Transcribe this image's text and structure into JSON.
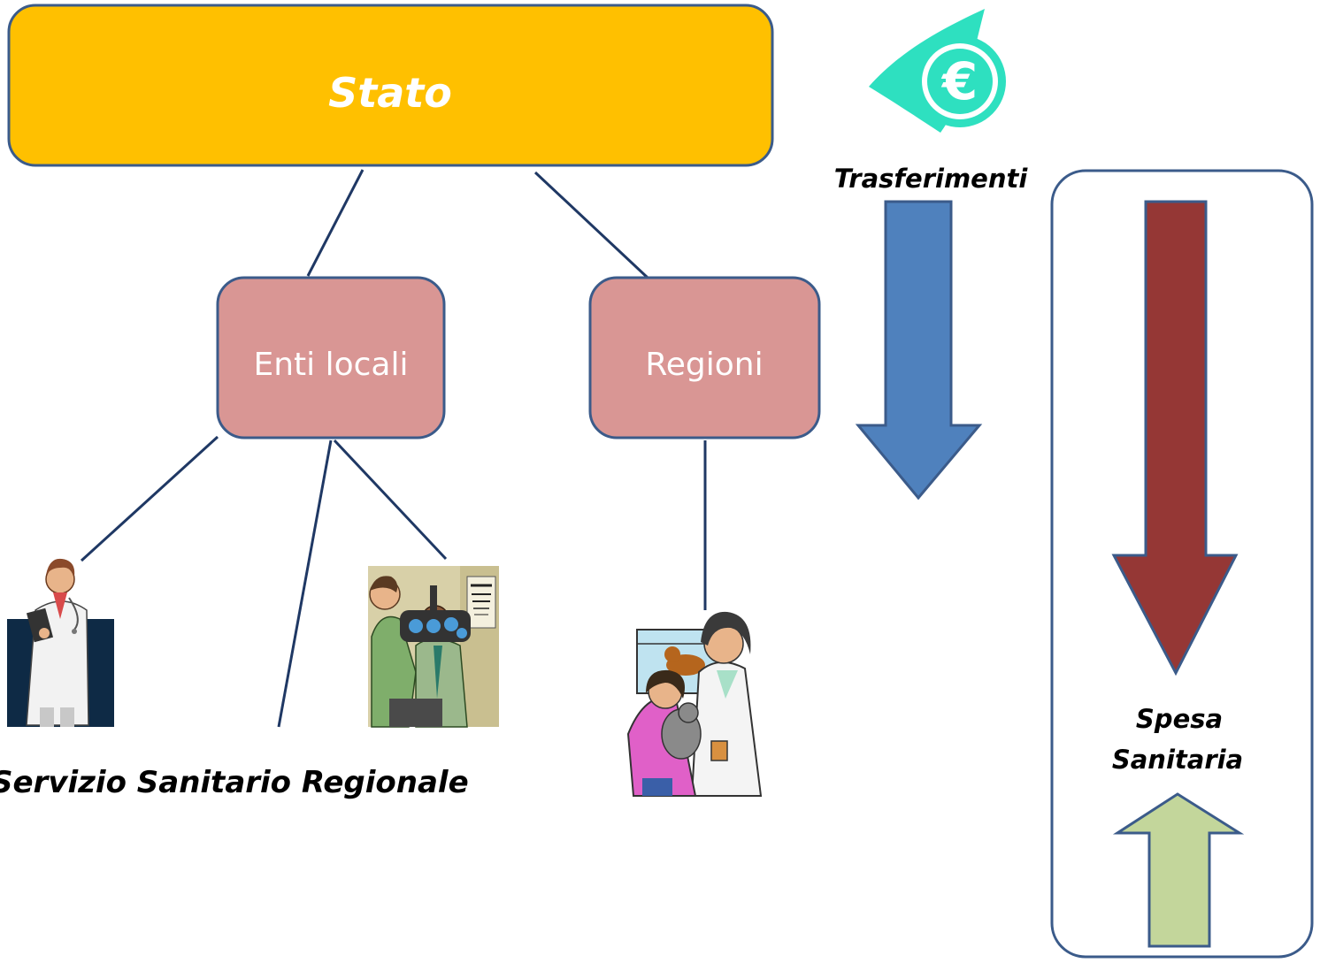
{
  "nodes": {
    "stato": {
      "label": "Stato"
    },
    "enti_locali": {
      "label": "Enti locali"
    },
    "regioni": {
      "label": "Regioni"
    }
  },
  "labels": {
    "trasferimenti": "Trasferimenti",
    "servizio": "Servizio Sanitario Regionale",
    "spesa_line1": "Spesa",
    "spesa_line2": "Sanitaria"
  },
  "icons": {
    "money": "euro-money-icon",
    "doctor": "doctor-clipart-icon",
    "optometrist": "eye-exam-clipart-icon",
    "vet": "veterinarian-clipart-icon"
  },
  "colors": {
    "stato_fill": "#FFC000",
    "node_fill": "#D99694",
    "border": "#3B5B8A",
    "blue_arrow": "#4F81BD",
    "red_arrow": "#953735",
    "green_arrow": "#C3D69B",
    "money_teal": "#2EE0C0"
  }
}
